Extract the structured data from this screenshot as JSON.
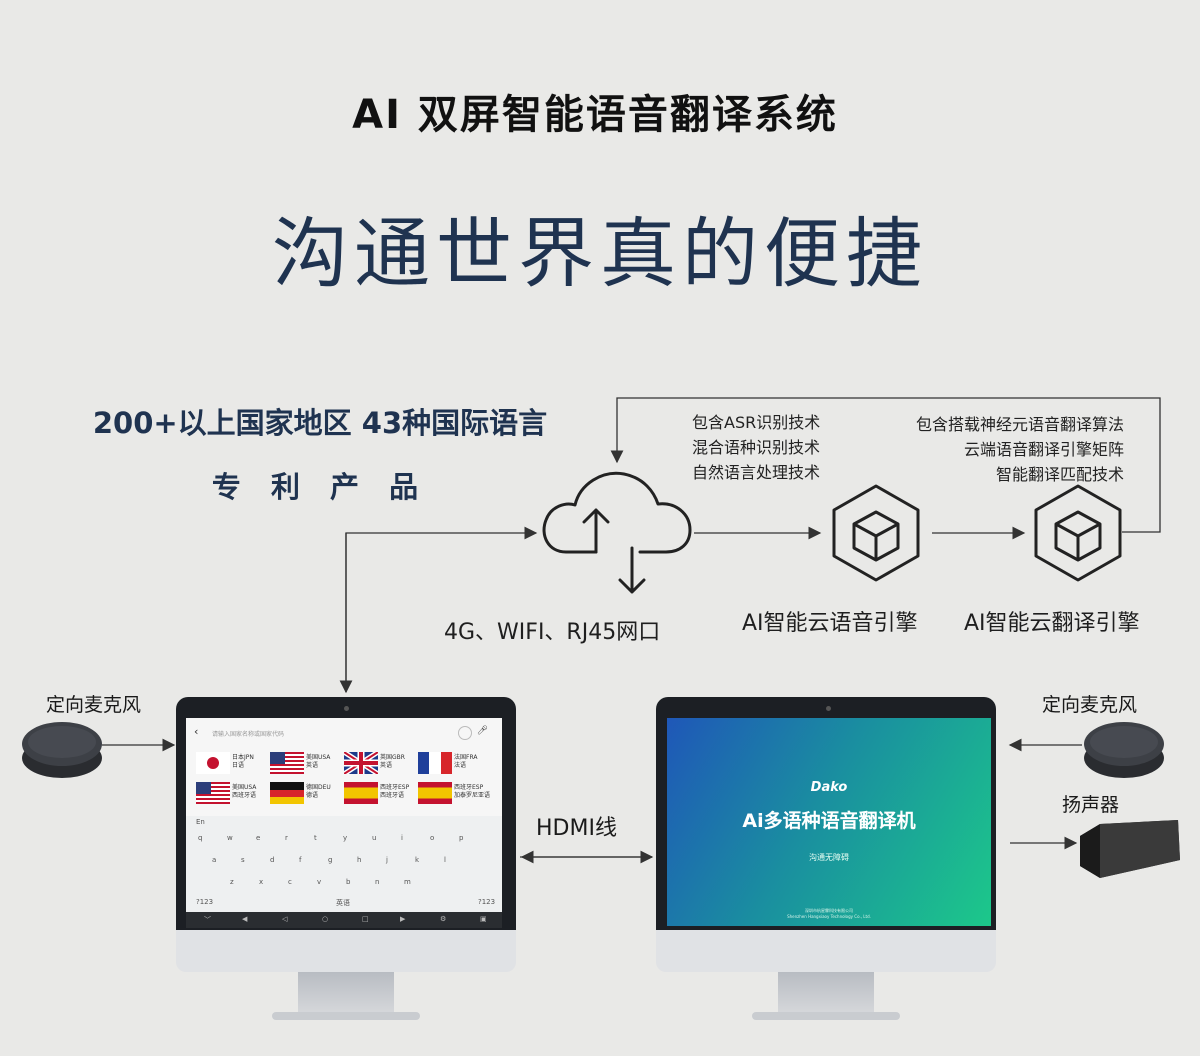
{
  "header": {
    "title": "AI 双屏智能语音翻译系统",
    "slogan": "沟通世界真的便捷"
  },
  "highlights": {
    "coverage": "200+以上国家地区 43种国际语言",
    "patent": "专 利 产 品"
  },
  "cloud_node": {
    "label": "4G、WIFI、RJ45网口",
    "icon": "cloud-upload-download-icon"
  },
  "speech_engine": {
    "label": "AI智能云语音引擎",
    "icon": "cube-icon",
    "features": [
      "包含ASR识别技术",
      "混合语种识别技术",
      "自然语言处理技术"
    ]
  },
  "translation_engine": {
    "label": "AI智能云翻译引擎",
    "icon": "cube-icon",
    "features": [
      "包含搭载神经元语音翻译算法",
      "云端语音翻译引擎矩阵",
      "智能翻译匹配技术"
    ]
  },
  "hardware": {
    "mic_left": "定向麦克风",
    "mic_right": "定向麦克风",
    "speaker": "扬声器",
    "cable": "HDMI线"
  },
  "left_screen": {
    "search_placeholder": "请输入国家名称或国家代码",
    "languages": [
      {
        "name": "日本JPN",
        "lang": "日语",
        "flag": "japan"
      },
      {
        "name": "美国USA",
        "lang": "英语",
        "flag": "usa"
      },
      {
        "name": "英国GBR",
        "lang": "英语",
        "flag": "uk"
      },
      {
        "name": "法国FRA",
        "lang": "法语",
        "flag": "france"
      },
      {
        "name": "美国USA",
        "lang": "西班牙语",
        "flag": "usa"
      },
      {
        "name": "德国DEU",
        "lang": "德语",
        "flag": "germany"
      },
      {
        "name": "西班牙ESP",
        "lang": "西班牙语",
        "flag": "spain"
      },
      {
        "name": "西班牙ESP",
        "lang": "加泰罗尼亚语",
        "flag": "spain"
      }
    ],
    "keyboard_lang": "En",
    "keyboard_rows": [
      [
        "q",
        "w",
        "e",
        "r",
        "t",
        "y",
        "u",
        "i",
        "o",
        "p"
      ],
      [
        "a",
        "s",
        "d",
        "f",
        "g",
        "h",
        "j",
        "k",
        "l"
      ],
      [
        "z",
        "x",
        "c",
        "v",
        "b",
        "n",
        "m"
      ]
    ],
    "key_numbers": "?123",
    "key_space": "英语"
  },
  "right_screen": {
    "brand": "Dako",
    "product": "Ai多语种语音翻译机",
    "tagline": "沟通无障碍",
    "company_cn": "深圳市杭星霖科技有限公司",
    "company_en": "Shenzhen Hangxiaoy Technology Co., Ltd."
  },
  "colors": {
    "background": "#e9e9e7",
    "title_navy": "#1f3350",
    "screen_gradient_start": "#1f57b8",
    "screen_gradient_end": "#1cc88a"
  }
}
